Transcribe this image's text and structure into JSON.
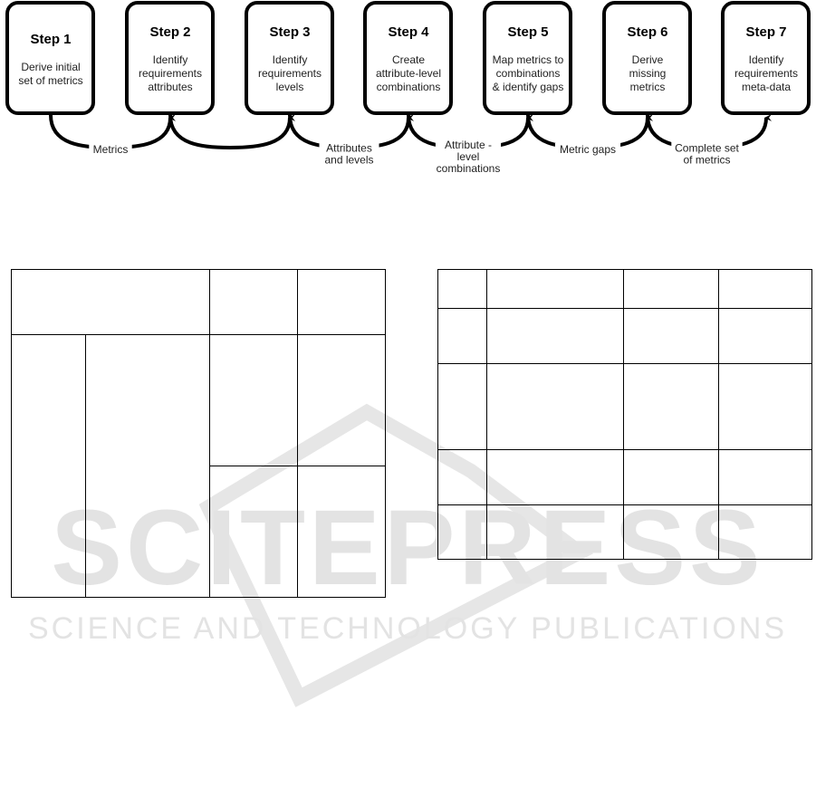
{
  "steps": [
    {
      "title": "Step 1",
      "lines": [
        "Derive initial",
        "set of  metrics"
      ]
    },
    {
      "title": "Step 2",
      "lines": [
        "Identify",
        "requirements",
        "attributes"
      ]
    },
    {
      "title": "Step 3",
      "lines": [
        "Identify",
        "requirements",
        "levels"
      ]
    },
    {
      "title": "Step 4",
      "lines": [
        "Create",
        "attribute-level",
        "combinations"
      ]
    },
    {
      "title": "Step 5",
      "lines": [
        "Map metrics to",
        "combinations",
        "& identify gaps"
      ]
    },
    {
      "title": "Step 6",
      "lines": [
        "Derive",
        "missing",
        "metrics"
      ]
    },
    {
      "title": "Step 7",
      "lines": [
        "Identify",
        "requirements",
        "meta-data"
      ]
    }
  ],
  "edges": [
    {
      "lines": [
        "Metrics"
      ]
    },
    {
      "lines": []
    },
    {
      "lines": [
        "Attributes",
        "and levels"
      ]
    },
    {
      "lines": [
        "Attribute -",
        "level",
        "combinations"
      ]
    },
    {
      "lines": [
        "Metric gaps"
      ]
    },
    {
      "lines": [
        "Complete set",
        "of metrics"
      ]
    }
  ],
  "watermark": {
    "line1": "SCITEPRESS",
    "line2": "SCIENCE AND TECHNOLOGY PUBLICATIONS"
  }
}
